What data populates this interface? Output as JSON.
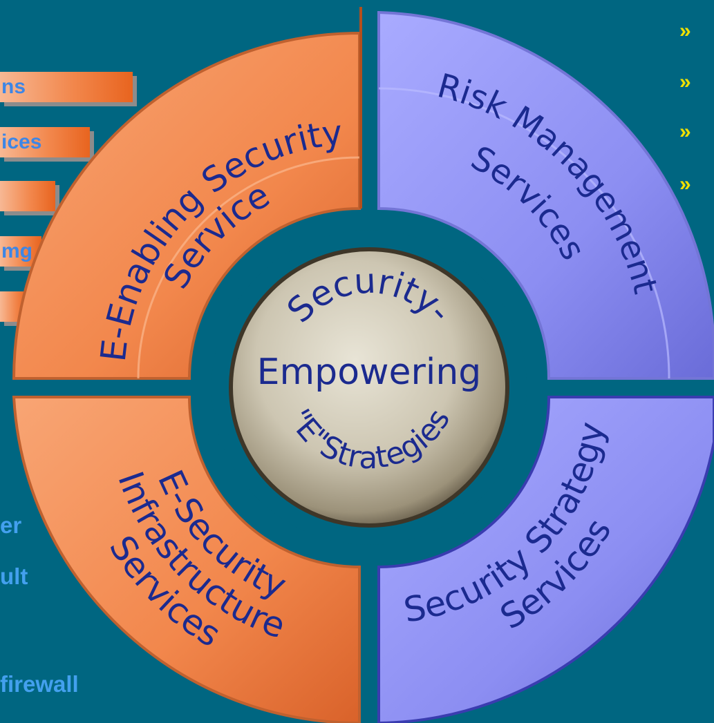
{
  "diagram": {
    "center": {
      "line1": "Security-",
      "line2": "Empowering",
      "line3": "\"E\"Strategies"
    },
    "segments": [
      {
        "id": "e-enabling",
        "lines": [
          "E-Enabling Security",
          "Service"
        ],
        "color": "#f2874c"
      },
      {
        "id": "risk",
        "lines": [
          "Risk Management",
          "Services"
        ],
        "color": "#8c8ef2"
      },
      {
        "id": "infrastructure",
        "lines": [
          "E-Security",
          "Infrastructure",
          "Services"
        ],
        "color": "#f2874c"
      },
      {
        "id": "strategy",
        "lines": [
          "Security Strategy",
          "Services"
        ],
        "color": "#8c8ef2"
      }
    ]
  },
  "left_tabs": [
    "ns",
    "ices",
    "",
    "mg",
    ""
  ],
  "left_text": [
    "er",
    "ult",
    "firewall"
  ],
  "right_bullets": [
    "»",
    "»",
    "»",
    "»"
  ],
  "colors": {
    "background": "#006681",
    "orange": "#f2874c",
    "purple": "#8c8ef2",
    "text_blue": "#1b2a8f",
    "bullet_yellow": "#f0e000"
  }
}
